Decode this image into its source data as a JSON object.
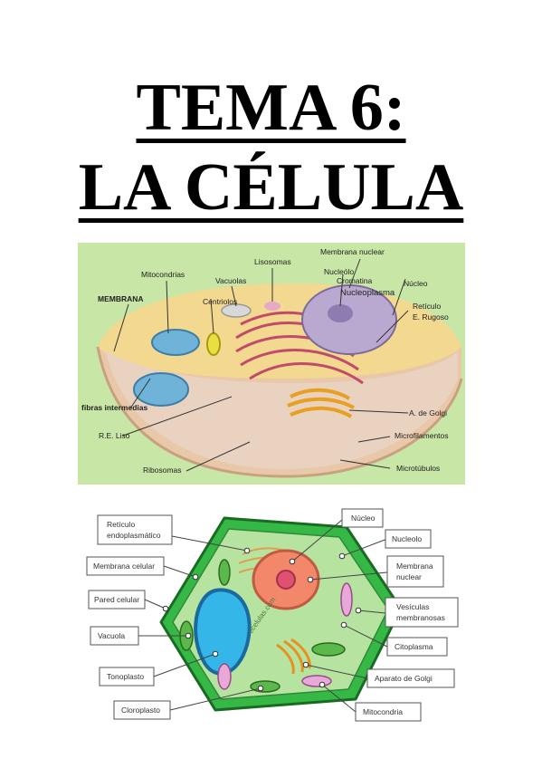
{
  "title": {
    "line1": "TEMA 6:",
    "line2": "LA CÉLULA"
  },
  "animal_cell": {
    "labels": {
      "membrana": "MEMBRANA",
      "mitocondrias": "Mitocondrias",
      "centriolos": "Centriolos",
      "vacuolas": "Vacuolas",
      "lisosomas": "Lisosomas",
      "membrana_nuclear": "Membrana nuclear",
      "nucleolo": "Nucleólo",
      "cromatina": "Cromatina",
      "nucleoplasma": "Nucleoplasma",
      "nucleo": "Núcleo",
      "reticulo1": "Retículo",
      "reticulo2": "E. Rugoso",
      "fibras": "fibras intermedias",
      "re_liso": "R.E. Liso",
      "golgi": "A. de Golgi",
      "microfilamentos": "Microfilamentos",
      "ribosomas": "Ribosomas",
      "microtubulos": "Microtúbulos"
    }
  },
  "plant_cell": {
    "watermark": "ecelulas.com",
    "labels": {
      "reticulo1": "Retículo",
      "reticulo2": "endoplasmático",
      "membrana_celular": "Membrana celular",
      "pared_celular": "Pared celular",
      "vacuola": "Vacuola",
      "tonoplasto": "Tonoplasto",
      "cloroplasto": "Cloroplasto",
      "nucleo": "Núcleo",
      "nucleolo": "Nucleolo",
      "membrana_nuclear1": "Membrana",
      "membrana_nuclear2": "nuclear",
      "vesiculas1": "Vesículas",
      "vesiculas2": "membranosas",
      "citoplasma": "Citoplasma",
      "golgi": "Aparato de Golgi",
      "mitocondria": "Mitocondria"
    }
  },
  "colors": {
    "animal_bg": "#c8e6a6",
    "plant_wall": "#35b845",
    "plant_cytoplasm": "#b7e3a0",
    "vacuole": "#35b6e8",
    "nucleus": "#f2876a"
  }
}
